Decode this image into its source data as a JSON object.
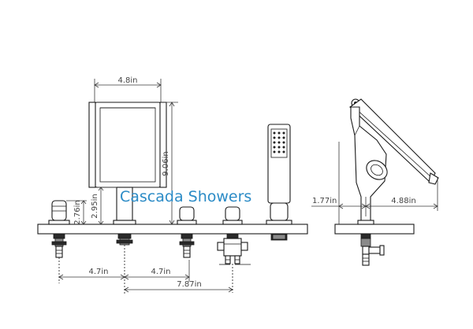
{
  "brand": {
    "name": "Cascada Showers",
    "color": "#2b8bc6"
  },
  "dimensions": {
    "spout_width": "4.8in",
    "spout_height": "9.06in",
    "handle_height": "2.76in",
    "handle_to_spout": "2.95in",
    "spacing_1": "4.7in",
    "spacing_2": "4.7in",
    "overall_span": "7.87in",
    "side_setback": "1.77in",
    "side_reach": "4.88in"
  }
}
